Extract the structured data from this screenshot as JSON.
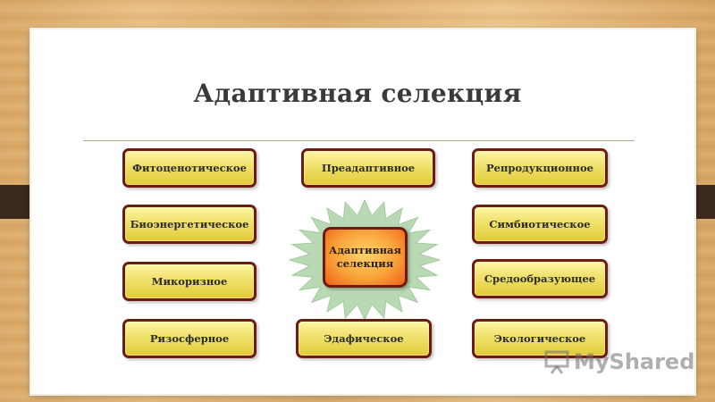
{
  "slide": {
    "title": "Адаптивная селекция"
  },
  "diagram": {
    "center": {
      "line1": "Адаптивная",
      "line2": "селекция"
    },
    "nodes": {
      "phytocenotic": "Фитоценотическое",
      "preadaptive": "Преадаптивное",
      "reproductive": "Репродукционное",
      "bioenergetic": "Биоэнергетическое",
      "symbiotic": "Симбиотическое",
      "mycorrhizal": "Микоризное",
      "environment_forming": "Средообразующее",
      "rhizospheric": "Ризосферное",
      "edaphic": "Эдафическое",
      "ecological": "Экологическое"
    }
  },
  "watermark": {
    "text": "MyShared"
  },
  "colors": {
    "node_border": "#6e1b12",
    "node_fill": "#efe06a",
    "starburst": "#b9d8b4",
    "center_fill": "#f8a338"
  }
}
